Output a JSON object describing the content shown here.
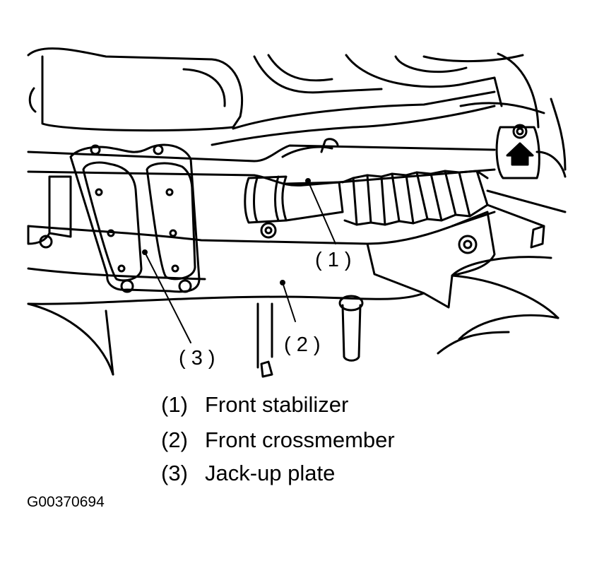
{
  "callouts": [
    {
      "id": "1",
      "label": "( 1 )"
    },
    {
      "id": "2",
      "label": "( 2 )"
    },
    {
      "id": "3",
      "label": "( 3 )"
    }
  ],
  "legend": [
    {
      "num": "(1)",
      "text": "Front stabilizer"
    },
    {
      "num": "(2)",
      "text": "Front crossmember"
    },
    {
      "num": "(3)",
      "text": "Jack-up plate"
    }
  ],
  "figure_id": "G00370694",
  "colors": {
    "ink": "#000000",
    "paper": "#ffffff"
  },
  "icons": [
    "arrow-up-icon"
  ]
}
